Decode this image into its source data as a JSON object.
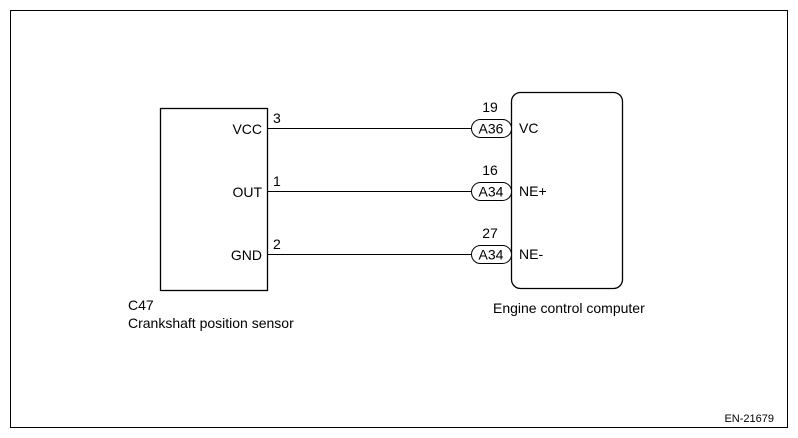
{
  "sensor": {
    "code": "C47",
    "name": "Crankshaft position sensor",
    "terminals": [
      {
        "label": "VCC",
        "pin": "3"
      },
      {
        "label": "OUT",
        "pin": "1"
      },
      {
        "label": "GND",
        "pin": "2"
      }
    ]
  },
  "ecu": {
    "name": "Engine control computer",
    "terminals": [
      {
        "label": "VC",
        "pin": "19",
        "connector": "A36"
      },
      {
        "label": "NE+",
        "pin": "16",
        "connector": "A34"
      },
      {
        "label": "NE-",
        "pin": "27",
        "connector": "A34"
      }
    ]
  },
  "figure_id": "EN-21679",
  "colors": {
    "line": "#000000",
    "background": "#ffffff"
  }
}
